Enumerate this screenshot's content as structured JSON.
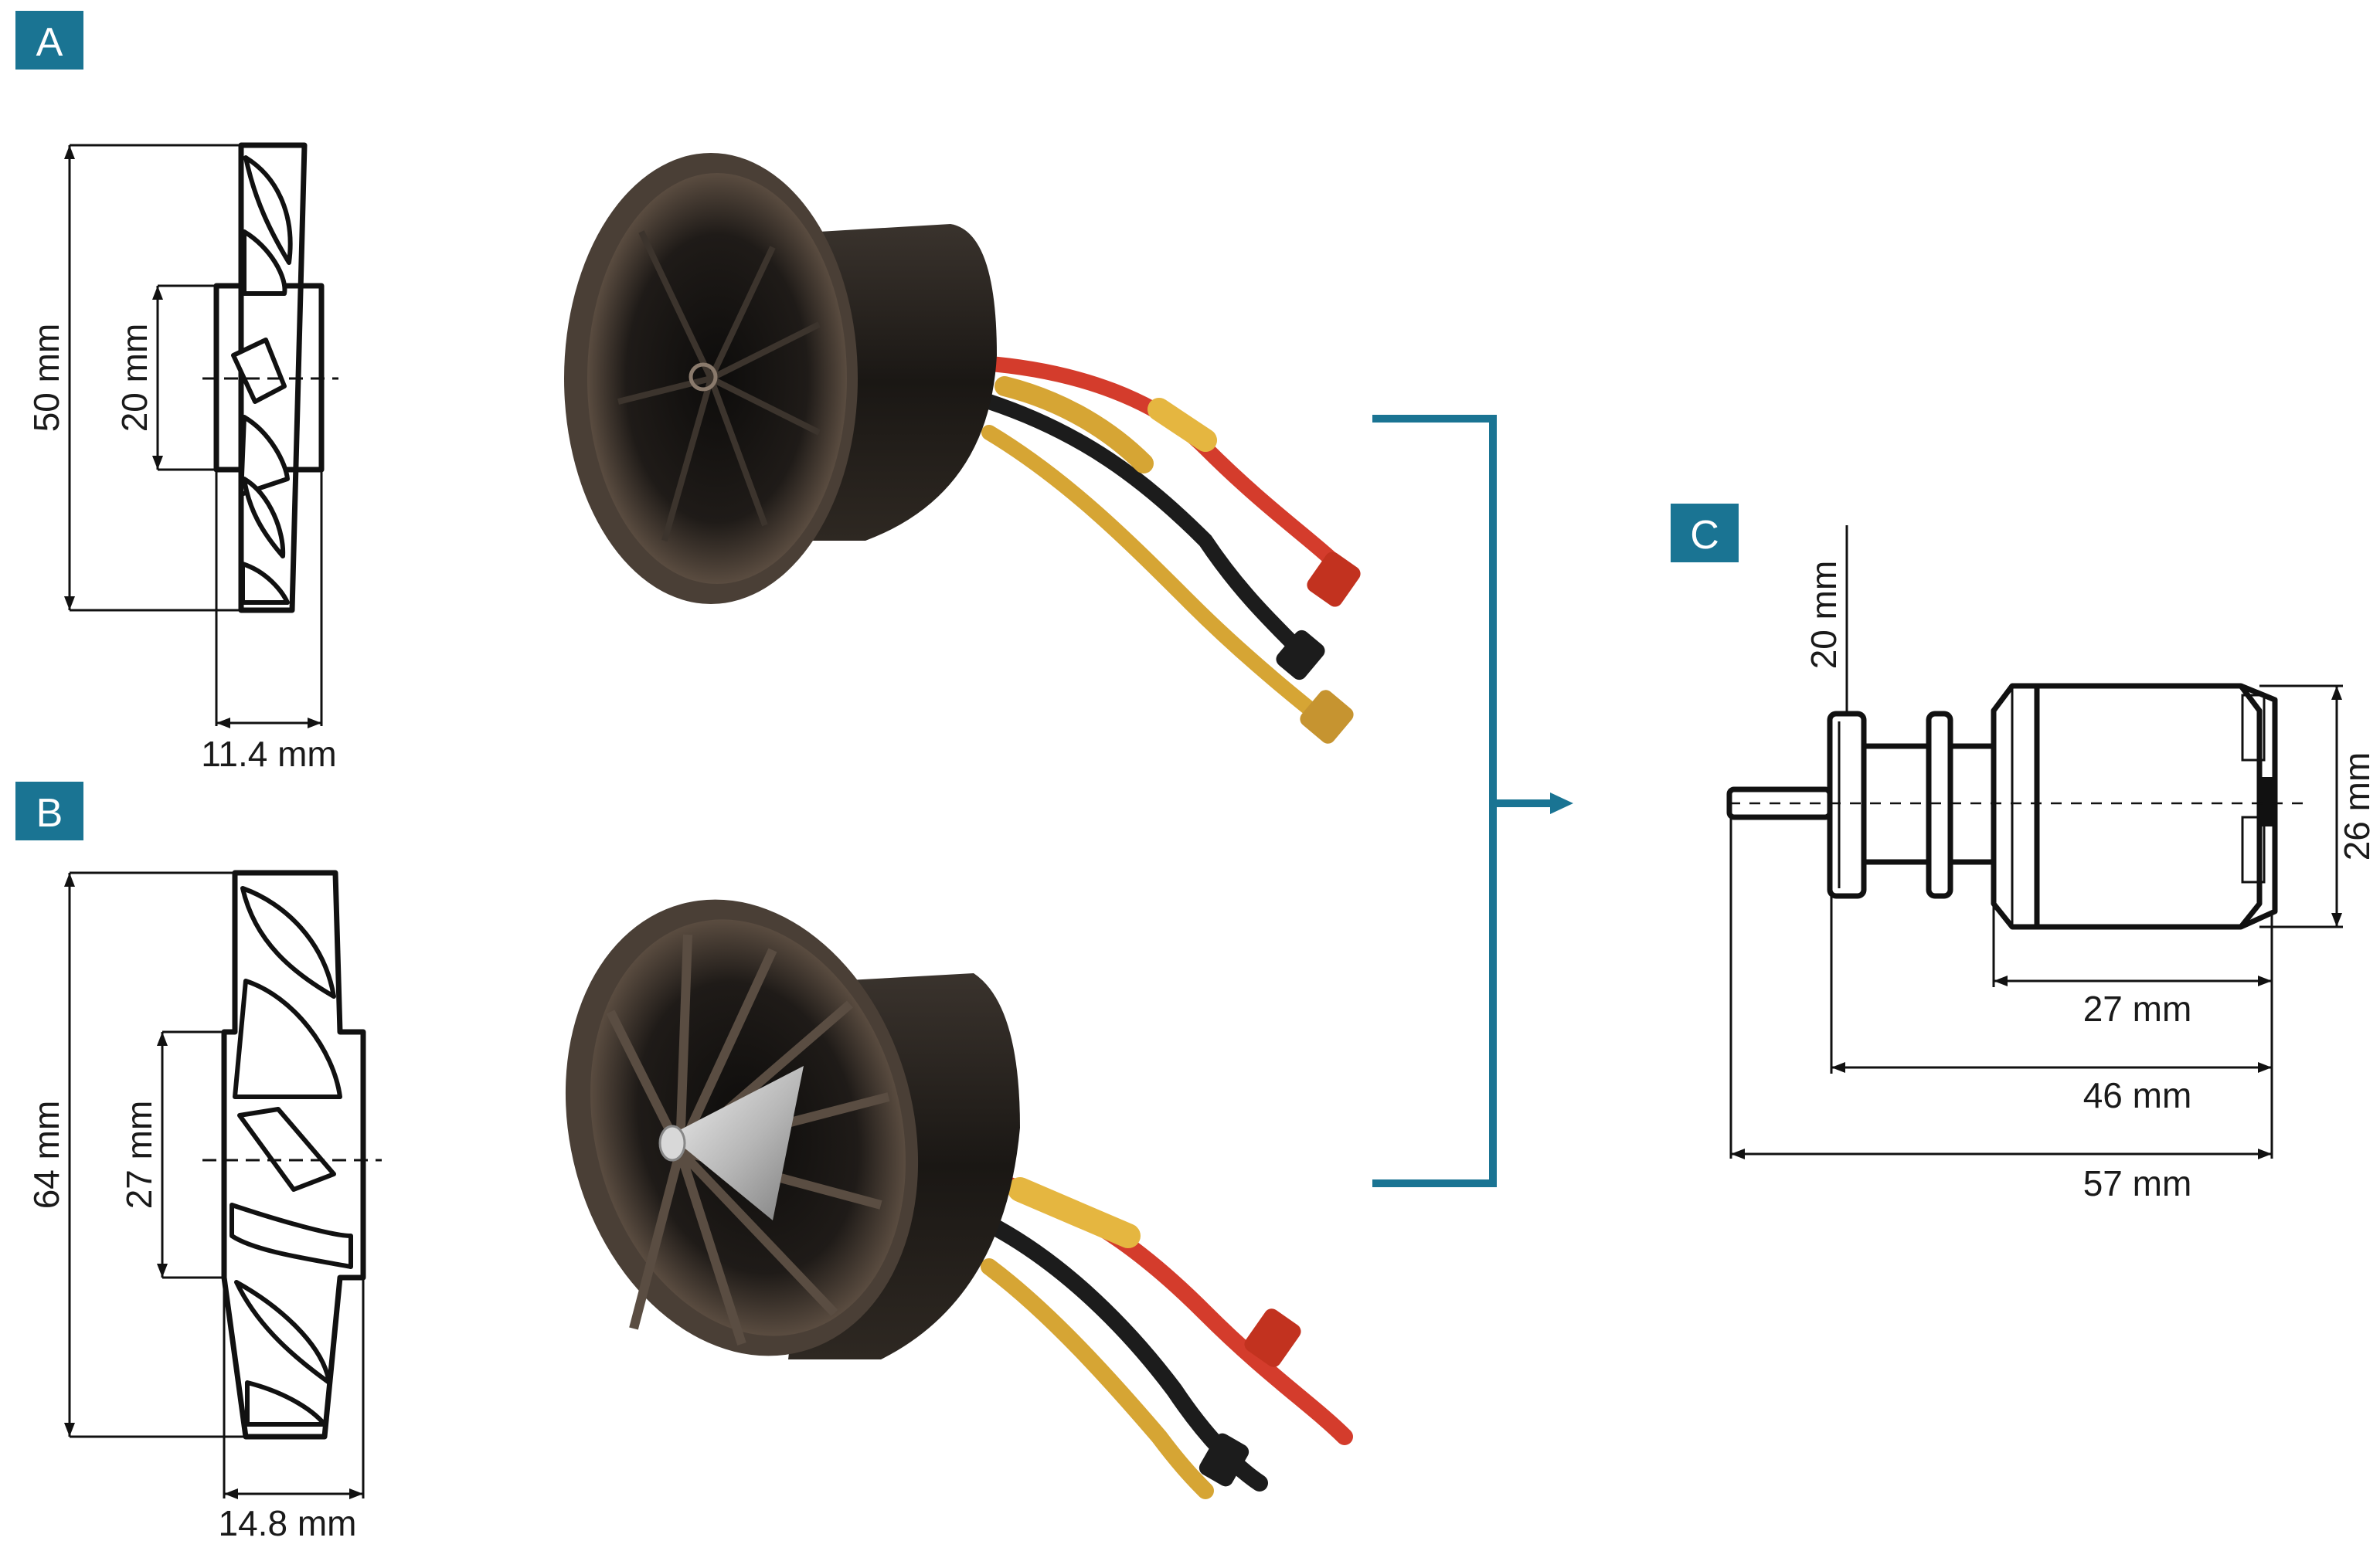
{
  "panels": {
    "a": {
      "badge": "A",
      "dim_height_outer": "50 mm",
      "dim_height_hub": "20 mm",
      "dim_width": "11.4 mm"
    },
    "b": {
      "badge": "B",
      "dim_height_outer": "64 mm",
      "dim_height_hub": "27 mm",
      "dim_width": "14.8 mm"
    },
    "c": {
      "badge": "C",
      "dim_shaft": "20 mm",
      "dim_diameter": "26 mm",
      "dim_body": "27 mm",
      "dim_mid": "46 mm",
      "dim_total": "57 mm"
    }
  },
  "colors": {
    "accent": "#1a7493",
    "line": "#111111",
    "fan_dark": "#2b2622",
    "fan_rim": "#4a3f36",
    "wire_red": "#d43c2c",
    "wire_yellow": "#d6a534",
    "wire_black": "#1c1c1c",
    "cone": "#c9c9c9"
  }
}
